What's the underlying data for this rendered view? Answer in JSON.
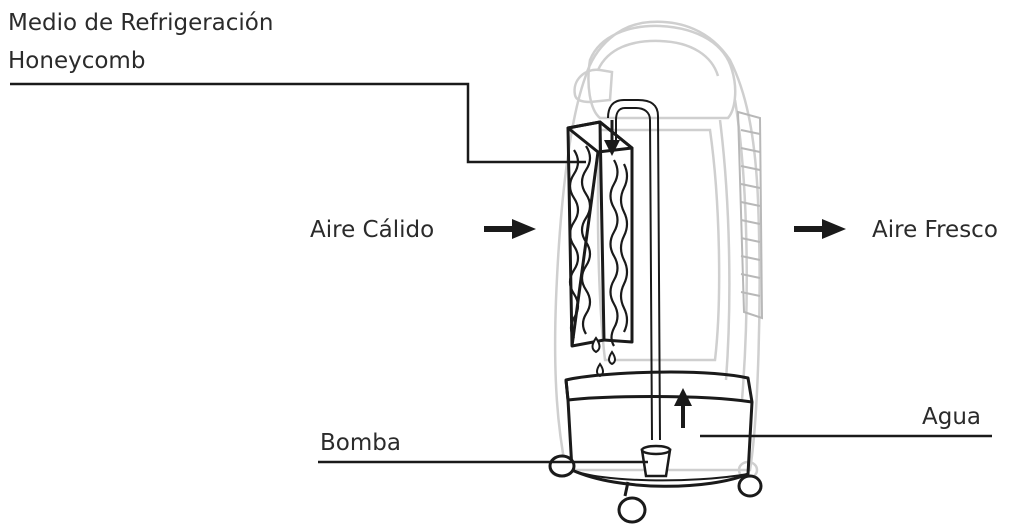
{
  "labels": {
    "medium_line1": "Medio de Refrigeración",
    "medium_line2": "Honeycomb",
    "warm_air": "Aire Cálido",
    "fresh_air": "Aire Fresco",
    "pump": "Bomba",
    "water": "Agua"
  },
  "colors": {
    "line": "#1a1a1a",
    "text": "#2b2b2b",
    "ghost": "#cfcfcf",
    "ghost_dark": "#b8b8b8"
  }
}
